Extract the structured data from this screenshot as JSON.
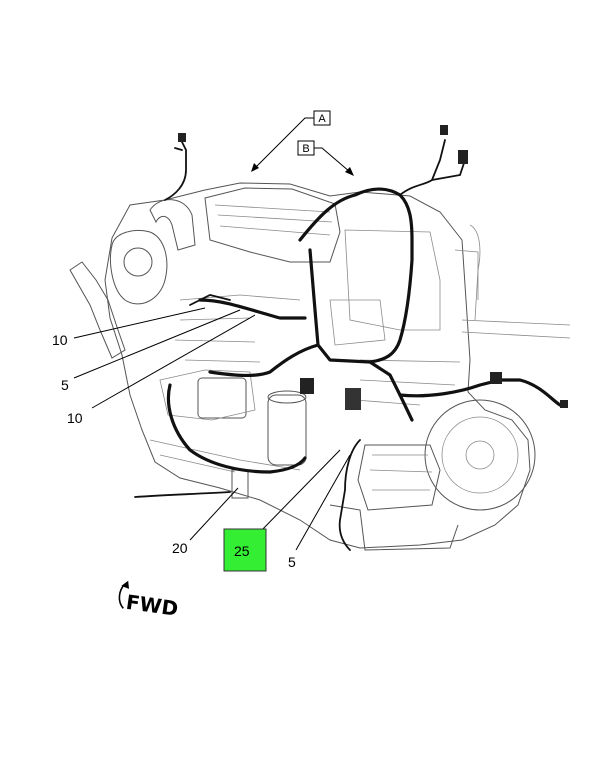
{
  "view_labels": {
    "a": "A",
    "b": "B"
  },
  "callouts": [
    {
      "id": "c10a",
      "text": "10"
    },
    {
      "id": "c5a",
      "text": "5"
    },
    {
      "id": "c10b",
      "text": "10"
    },
    {
      "id": "c20",
      "text": "20"
    },
    {
      "id": "c25",
      "text": "25"
    },
    {
      "id": "c5b",
      "text": "5"
    }
  ],
  "highlight": {
    "callout": "25",
    "color": "#33ee33"
  },
  "orientation": {
    "label": "FWD"
  },
  "colors": {
    "line": "#555555",
    "harness": "#111111",
    "background": "#ffffff"
  }
}
